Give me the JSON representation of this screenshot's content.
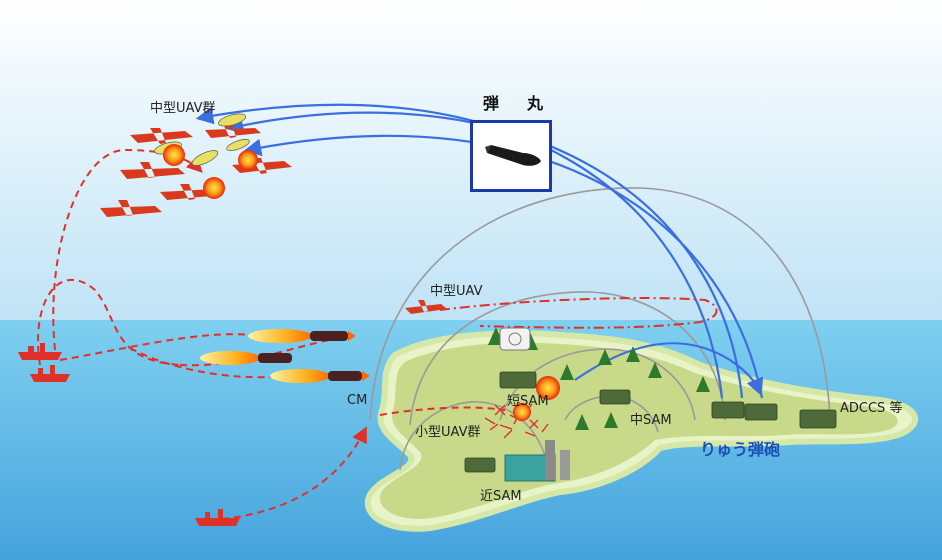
{
  "labels": {
    "uav_swarm_medium": "中型UAV群",
    "shell": "弾　丸",
    "uav_medium": "中型UAV",
    "cm": "CM",
    "short_sam": "短SAM",
    "small_uav_swarm": "小型UAV群",
    "medium_sam": "中SAM",
    "howitzer": "りゅう弾砲",
    "adccs": "ADCCS 等",
    "near_sam": "近SAM"
  },
  "colors": {
    "sky_top": "#ffffff",
    "sky_bottom": "#bfe3f6",
    "sea_top": "#7fd0f0",
    "sea_bottom": "#4aa8e0",
    "island": "#c8d98a",
    "island_rim": "#e8f3c8",
    "trajectory": "#3b6fe0",
    "threat_path": "#e0302a",
    "dome": "#9a9a9a",
    "shell_box_border": "#1c3aa8",
    "howitzer_label": "#1a4fb8"
  },
  "icons": [
    "uav-red-icon",
    "explosion-icon",
    "missile-cm-icon",
    "ship-icon",
    "shell-icon",
    "truck-launcher-icon",
    "tree-icon",
    "radar-icon"
  ]
}
